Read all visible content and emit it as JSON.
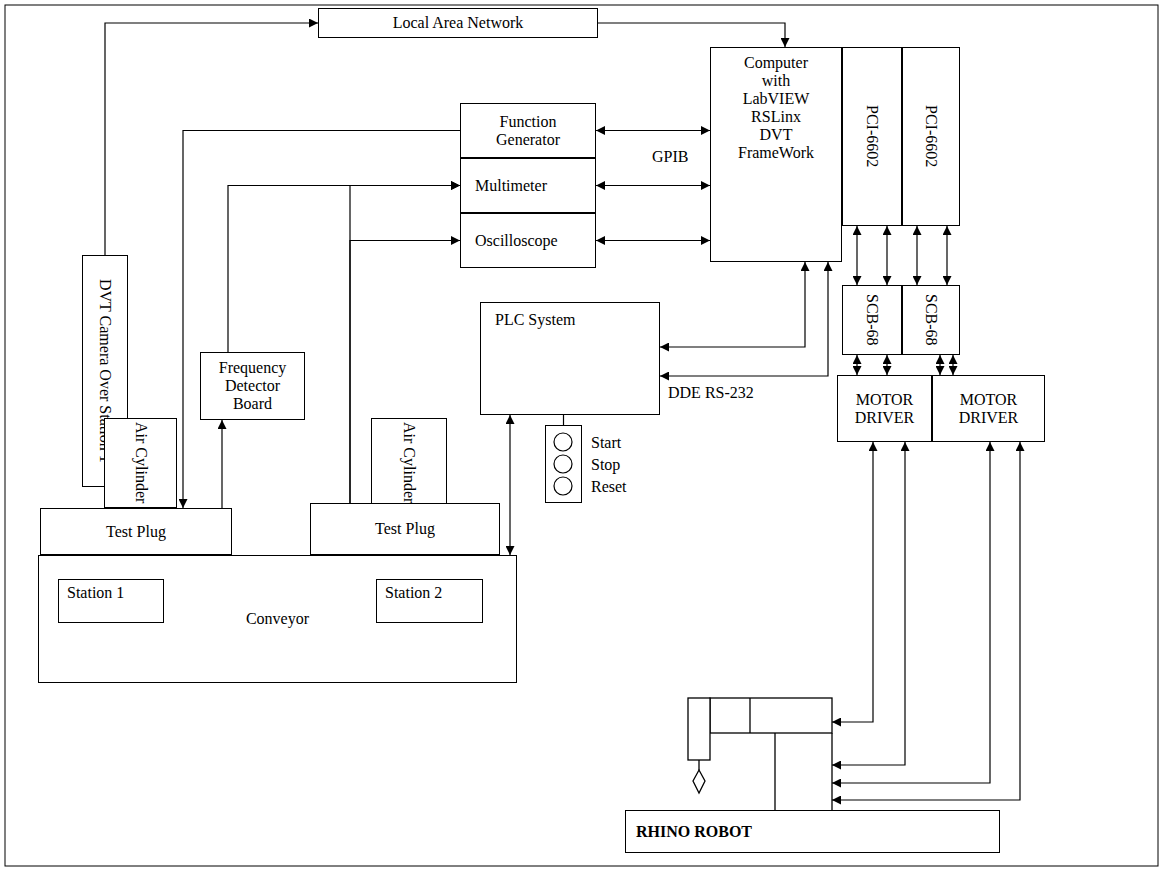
{
  "diagram": {
    "nodes": [
      {
        "text": [
          "Local Area Network"
        ]
      },
      {
        "text": [
          "Computer with LabVIEW RSLinx DVT FrameWork"
        ]
      },
      {
        "text": [
          "PCI-6602"
        ]
      },
      {
        "text": [
          "PCI-6602"
        ]
      },
      {
        "text": [
          "Function Generator"
        ]
      },
      {
        "text": [
          "Multimeter"
        ]
      },
      {
        "text": [
          "Oscilloscope"
        ]
      },
      {
        "text": [
          "DVT Camera Over Station 1"
        ]
      },
      {
        "text": [
          "PLC System"
        ]
      },
      {
        "text": [
          "SCB-68"
        ]
      },
      {
        "text": [
          "SCB-68"
        ]
      },
      {
        "text": [
          "Frequency Detector Board"
        ]
      },
      {
        "text": [
          "Air Cylinder"
        ]
      },
      {
        "text": [
          "Air Cylinder"
        ]
      },
      {
        "text": [
          "Start",
          "Stop",
          "Reset"
        ]
      },
      {
        "text": [
          "MOTOR DRIVER"
        ]
      },
      {
        "text": [
          "MOTOR DRIVER"
        ]
      },
      {
        "text": [
          "Test Plug"
        ]
      },
      {
        "text": [
          "Test Plug"
        ]
      },
      {
        "text": [
          "Conveyor"
        ]
      },
      {
        "text": [
          "Station 1"
        ],
        "in": 19
      },
      {
        "text": [
          "Station 2"
        ],
        "in": 19
      },
      {
        "text": [
          "RHINO ROBOT"
        ]
      }
    ],
    "edges": [
      {
        "from": 7,
        "to": 0,
        "arrow": "to"
      },
      {
        "from": 0,
        "to": 1,
        "arrow": "to"
      },
      {
        "from": 4,
        "to": 1,
        "arrow": "both"
      },
      {
        "from": 5,
        "to": 1,
        "arrow": "both"
      },
      {
        "from": 6,
        "to": 1,
        "arrow": "both"
      },
      {
        "from": 4,
        "to": 17,
        "arrow": "to"
      },
      {
        "from": 17,
        "to": 11,
        "arrow": "to"
      },
      {
        "from": 11,
        "to": 5,
        "arrow": "to"
      },
      {
        "from": 18,
        "to": 5,
        "arrow": "to"
      },
      {
        "from": 18,
        "to": 6,
        "arrow": "to"
      },
      {
        "from": 8,
        "to": 1,
        "arrow": "both"
      },
      {
        "from": 8,
        "to": 1,
        "arrow": "both"
      },
      {
        "from": 8,
        "to": 19,
        "arrow": "both"
      },
      {
        "from": 8,
        "to": 14,
        "arrow": "none"
      },
      {
        "from": 2,
        "to": 9,
        "arrow": "both"
      },
      {
        "from": 2,
        "to": 9,
        "arrow": "both"
      },
      {
        "from": 3,
        "to": 10,
        "arrow": "both"
      },
      {
        "from": 3,
        "to": 10,
        "arrow": "both"
      },
      {
        "from": 9,
        "to": 15,
        "arrow": "both"
      },
      {
        "from": 9,
        "to": 15,
        "arrow": "both"
      },
      {
        "from": 10,
        "to": 16,
        "arrow": "both"
      },
      {
        "from": 10,
        "to": 16,
        "arrow": "both"
      }
    ],
    "labels": [
      "GPIB",
      "DDE RS-232"
    ]
  }
}
